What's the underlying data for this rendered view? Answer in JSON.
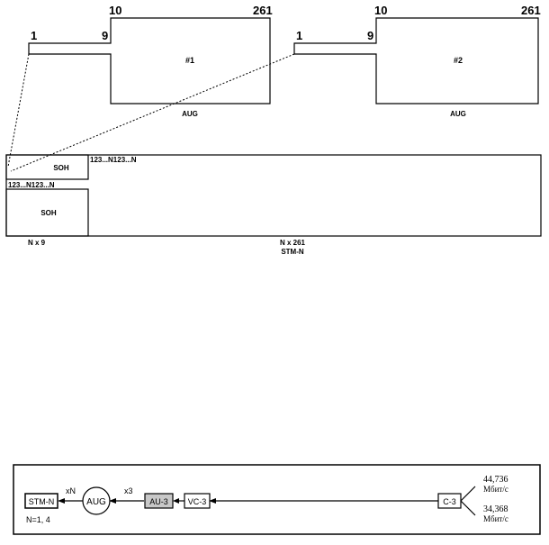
{
  "aug_frames": [
    {
      "id": "#1",
      "label": "AUG",
      "col_start": "1",
      "col_pointer_end": "9",
      "col_payload_start": "10",
      "col_end": "261"
    },
    {
      "id": "#2",
      "label": "AUG",
      "col_start": "1",
      "col_pointer_end": "9",
      "col_payload_start": "10",
      "col_end": "261"
    }
  ],
  "stm_frame": {
    "soh_top": "SOH",
    "soh_bottom": "SOH",
    "interleave_top": "123...N123...N",
    "interleave_left": "123...N123...N",
    "width_soh": "N x 9",
    "width_total": "N x 261",
    "name": "STM-N"
  },
  "mapping": {
    "blocks": {
      "stm": "STM-N",
      "aug": "AUG",
      "au3": "AU-3",
      "vc3": "VC-3",
      "c3": "C-3"
    },
    "multipliers": {
      "aug_to_stm": "xN",
      "au3_to_aug": "x3"
    },
    "note": "N=1, 4",
    "rates": [
      {
        "value": "44,736",
        "unit": "Мбит/с"
      },
      {
        "value": "34,368",
        "unit": "Мбит/с"
      }
    ],
    "colors": {
      "au3_fill": "#c8c8c8",
      "stroke": "#000000"
    }
  }
}
